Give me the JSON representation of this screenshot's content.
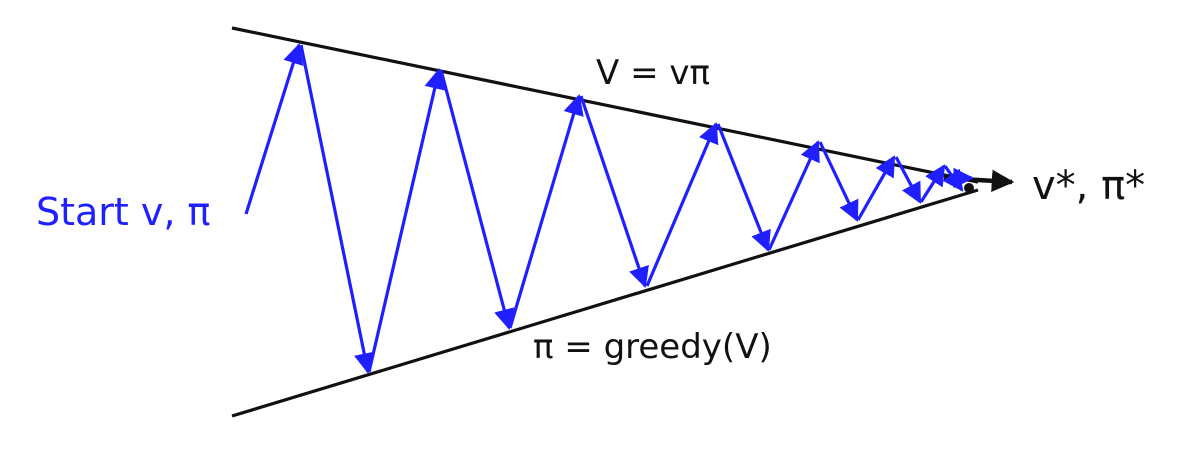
{
  "labels": {
    "start": "Start v, π",
    "value_line": "V = vπ",
    "policy_line": "π = greedy(V)",
    "end": "v*, π*"
  },
  "colors": {
    "iteration_arrows": "#1f1fff",
    "bounds": "#111111",
    "start_text": "#1f1fff",
    "text": "#111111"
  }
}
